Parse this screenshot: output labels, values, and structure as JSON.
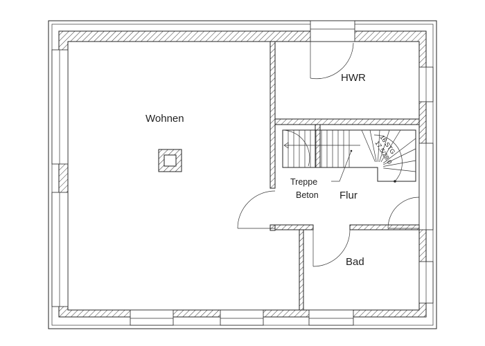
{
  "plan": {
    "rooms": {
      "wohnen": "Wohnen",
      "hwr": "HWR",
      "flur": "Flur",
      "bad": "Bad"
    },
    "stair": {
      "label_line1": "Treppe",
      "label_line2": "Beton",
      "steps": "16 STG",
      "dimensions": "17,5/28,0"
    }
  }
}
